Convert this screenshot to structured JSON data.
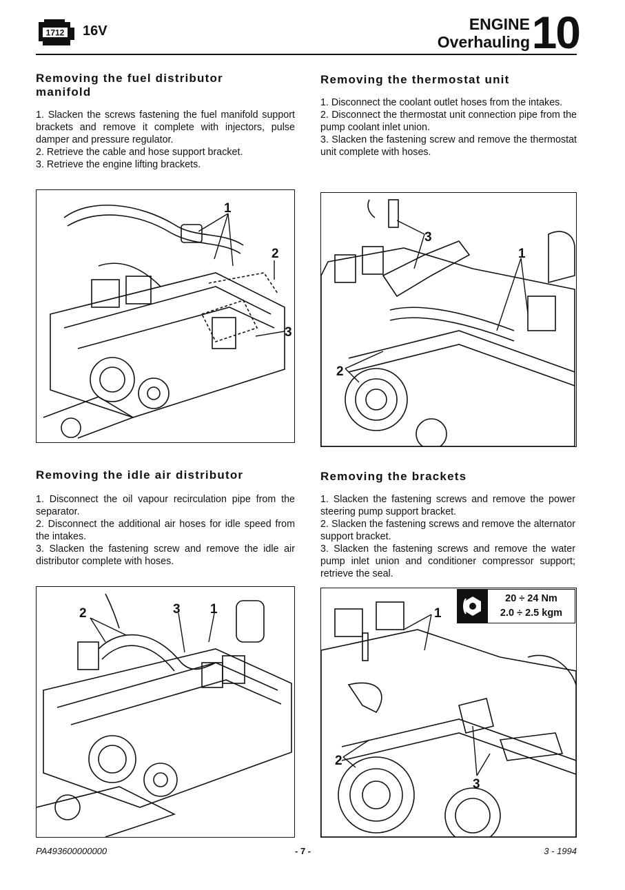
{
  "header": {
    "logo_label": "1712",
    "variant": "16V",
    "section_line1": "ENGINE",
    "section_line2": "Overhauling",
    "section_number": "10"
  },
  "sections": [
    {
      "id": "fuel-distributor",
      "title": "Removing the fuel distributor manifold",
      "steps": [
        "1. Slacken the screws fastening the fuel manifold support brackets and remove it complete with injectors, pulse damper and pressure regulator.",
        "2. Retrieve the cable and hose support bracket.",
        "3. Retrieve the engine lifting brackets."
      ],
      "callouts": [
        "1",
        "2",
        "3"
      ]
    },
    {
      "id": "thermostat",
      "title": "Removing the thermostat unit",
      "steps": [
        "1. Disconnect the coolant outlet hoses from the intakes.",
        "2. Disconnect the thermostat unit connection pipe from the pump coolant inlet union.",
        "3. Slacken the fastening screw and remove the thermostat unit complete with hoses."
      ],
      "callouts": [
        "3",
        "1",
        "2"
      ]
    },
    {
      "id": "idle-air",
      "title": "Removing the idle air distributor",
      "steps": [
        "1. Disconnect the oil vapour recirculation pipe from the separator.",
        "2. Disconnect the additional air hoses for idle speed from the intakes.",
        "3. Slacken the fastening screw and remove the idle air distributor complete with hoses."
      ],
      "callouts": [
        "2",
        "3",
        "1"
      ]
    },
    {
      "id": "brackets",
      "title": "Removing the brackets",
      "steps": [
        "1. Slacken the fastening screws and remove the power steering pump support bracket.",
        "2. Slacken the fastening screws and remove the alternator support bracket.",
        "3. Slacken the fastening screws and remove the water pump inlet union and conditioner compressor support; retrieve the seal."
      ],
      "callouts": [
        "1",
        "2",
        "3"
      ],
      "torque": {
        "nm": "20 ÷ 24 Nm",
        "kgm": "2.0 ÷ 2.5 kgm"
      }
    }
  ],
  "footer": {
    "code": "PA493600000000",
    "page": "- 7 -",
    "date": "3 - 1994"
  }
}
